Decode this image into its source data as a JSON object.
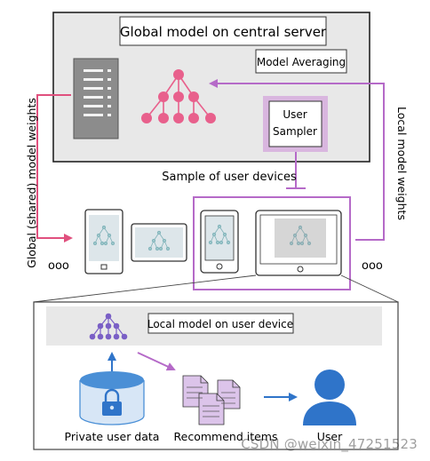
{
  "server": {
    "title": "Global model on central server",
    "model_averaging": "Model Averaging",
    "user_sampler_line1": "User",
    "user_sampler_line2": "Sampler"
  },
  "sample_label": "Sample of user devices",
  "side_labels": {
    "left": "Global (shared) model weights",
    "right": "Local model weights"
  },
  "ellipsis": "ooo",
  "detail": {
    "local_model": "Local model on user device",
    "private_data": "Private user data",
    "recommend": "Recommend items",
    "user": "User"
  },
  "watermark": "CSDN @weixin_47251523",
  "colors": {
    "server_bg": "#e8e8e8",
    "tree_pink": "#e8608c",
    "arrow_pink": "#e0507e",
    "sampler_purple": "#c78fd1",
    "arrow_purple": "#b56ac8",
    "device_screen": "#dde6ea",
    "local_tree_purple": "#7a5fc6",
    "db_blue": "#4a8fd6",
    "docs_lilac": "#dcc4ea",
    "user_blue": "#2f74c9"
  }
}
